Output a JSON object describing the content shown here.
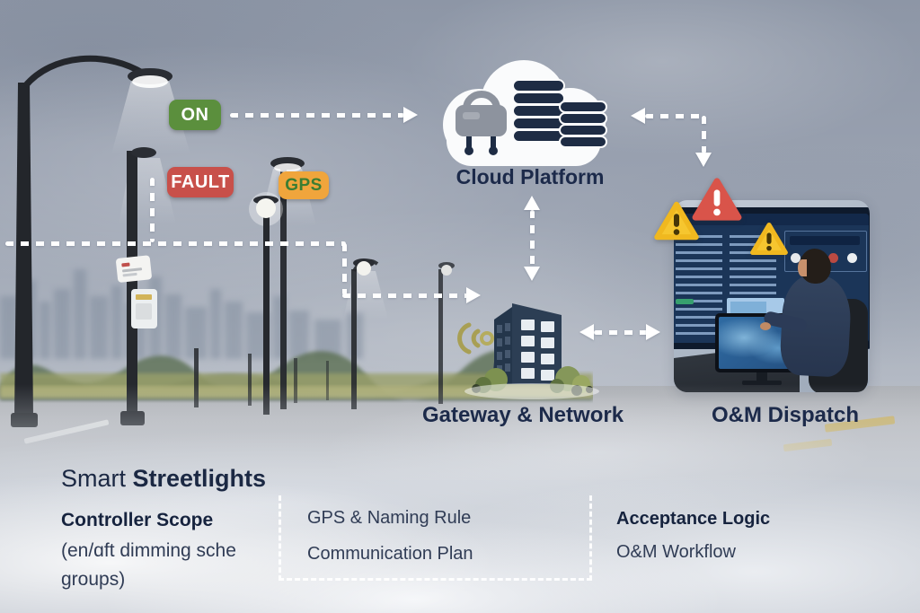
{
  "badges": {
    "on": "ON",
    "fault": "FAULT",
    "gps": "GPS"
  },
  "nodes": {
    "cloud": "Cloud Platform",
    "gateway": "Gateway & Network",
    "dispatch": "O&M Dispatch"
  },
  "footer": {
    "title_prefix": "Smart ",
    "title_bold": "Streetlights",
    "controller_heading": "Controller Scope",
    "controller_line1": "(en/ɑft dimming sche",
    "controller_line2": "groups)",
    "middle_line1": "GPS & Naming Rule",
    "middle_line2": "Communication Plan",
    "acceptance_heading": "Acceptance Logic",
    "acceptance_line1": "O&M Workflow"
  },
  "colors": {
    "on_badge": "#5b8f3d",
    "fault_badge": "#c8504a",
    "gps_badge": "#f0a53c",
    "gps_text": "#3a7d33",
    "label_text": "#1c2a4a",
    "arrow": "#ffffff",
    "warning_yellow": "#f5c42e",
    "warning_red": "#d9544a",
    "cloud_icon_db": "#1e2c44"
  }
}
